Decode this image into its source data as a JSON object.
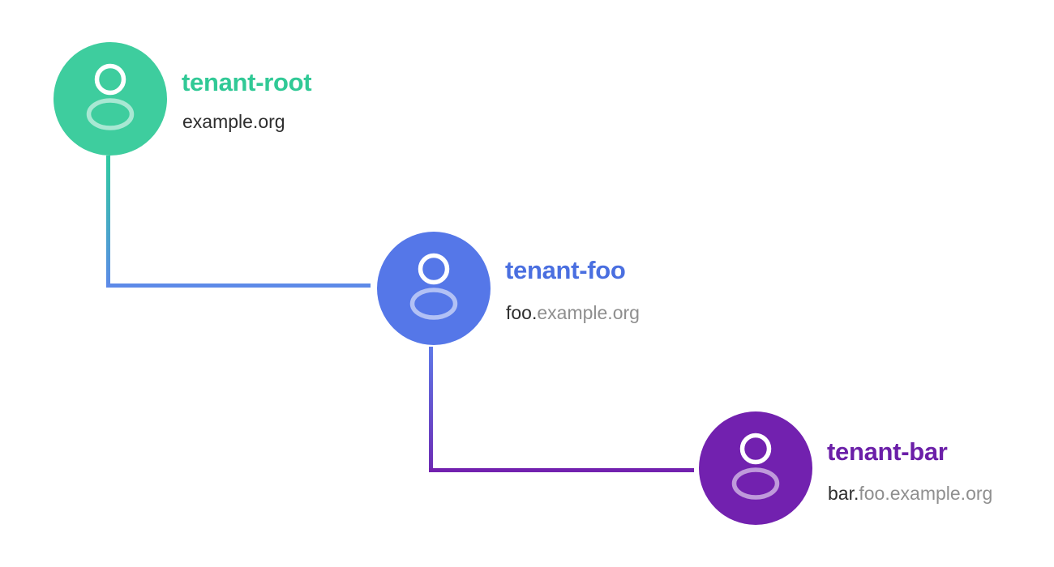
{
  "diagram": {
    "kind": "tenant-hierarchy-tree",
    "background": "#ffffff",
    "nodes": [
      {
        "id": "tenant-root",
        "label": "tenant-root",
        "domain_primary": "example.org",
        "domain_secondary": "",
        "accent": "#31c996",
        "circle_fill": "#3ecd9e",
        "icon": "user-icon"
      },
      {
        "id": "tenant-foo",
        "label": "tenant-foo",
        "domain_primary": "foo.",
        "domain_secondary": "example.org",
        "accent": "#4a6fe0",
        "circle_fill": "#5577e8",
        "icon": "user-icon"
      },
      {
        "id": "tenant-bar",
        "label": "tenant-bar",
        "domain_primary": "bar.",
        "domain_secondary": "foo.example.org",
        "accent": "#6b1fa8",
        "circle_fill": "#7221af",
        "icon": "user-icon"
      }
    ],
    "connectors": [
      {
        "from": "tenant-root",
        "to": "tenant-foo",
        "gradient_top": "#2fcba0",
        "gradient_bottom": "#5d8ae8",
        "horizontal_color": "#5d8ae8"
      },
      {
        "from": "tenant-foo",
        "to": "tenant-bar",
        "gradient_top": "#5e79e8",
        "gradient_bottom": "#6d2ab3",
        "horizontal_color": "#7221af"
      }
    ]
  }
}
